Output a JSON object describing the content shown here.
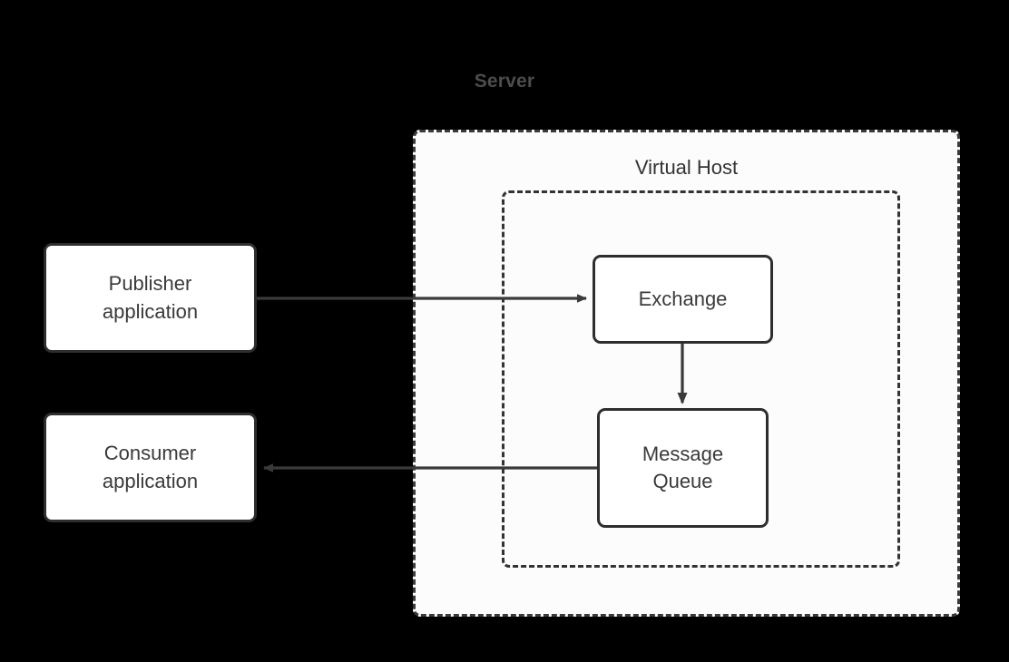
{
  "diagram": {
    "title": "Server",
    "background_color": "#000000",
    "line_color": "#3a3a3a",
    "box_fill": "#ffffff",
    "server_fill": "#fcfcfc",
    "server_label_color": "#4d4d4d",
    "text_color": "#3a3a3a"
  },
  "containers": {
    "server": {
      "label": "Server",
      "border_style": "dashed"
    },
    "virtual_host": {
      "label": "Virtual Host",
      "border_style": "dashed"
    }
  },
  "nodes": {
    "publisher": {
      "line1": "Publisher",
      "line2": "application"
    },
    "consumer": {
      "line1": "Consumer",
      "line2": "application"
    },
    "exchange": {
      "line1": "Exchange",
      "line2": ""
    },
    "message_queue": {
      "line1": "Message",
      "line2": "Queue"
    }
  },
  "connectors": [
    {
      "name": "publisher-to-exchange",
      "from": "publisher",
      "to": "exchange",
      "direction": "right",
      "label": ""
    },
    {
      "name": "exchange-to-message-queue",
      "from": "exchange",
      "to": "message_queue",
      "direction": "down",
      "label": ""
    },
    {
      "name": "message-queue-to-consumer",
      "from": "message_queue",
      "to": "consumer",
      "direction": "left",
      "label": ""
    }
  ]
}
